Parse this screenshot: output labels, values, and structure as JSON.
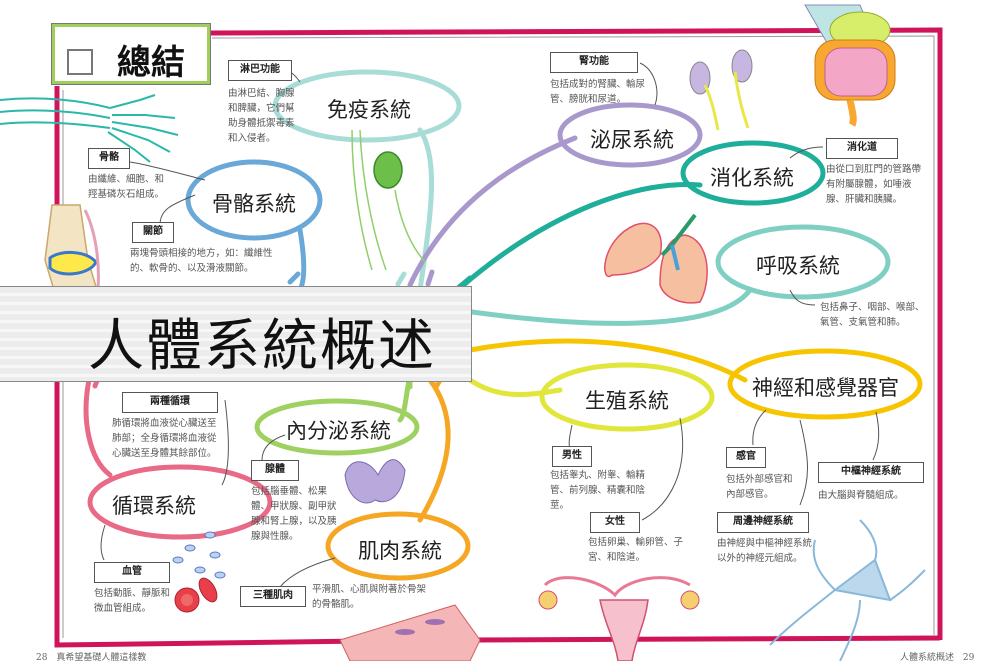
{
  "summary": {
    "check_icon": "check-icon",
    "title": "總結"
  },
  "main_title": "人體系統概述",
  "colors": {
    "frame": "#d0145a",
    "immune": "#a8dcd6",
    "skeletal": "#6aa8d8",
    "urinary": "#a898cc",
    "digestive": "#1fae9a",
    "respiratory": "#7fcfc2",
    "circulatory": "#e86a86",
    "endocrine": "#9fd062",
    "muscular": "#f5a623",
    "reproductive": "#e0e63a",
    "nervous": "#f7c400",
    "summary_border": "#9fcf5a",
    "check": "#e8392b"
  },
  "systems": {
    "immune": {
      "name": "免疫系統",
      "notes": [
        {
          "label": "淋巴功能",
          "text": "由淋巴結、胸腺和脾臟，它們幫助身體抵禦毒素和入侵者。"
        }
      ]
    },
    "skeletal": {
      "name": "骨骼系統",
      "notes": [
        {
          "label": "骨骼",
          "text": "由纖維、細胞、和羥基磷灰石組成。"
        },
        {
          "label": "關節",
          "text": "兩塊骨頭相接的地方，如：纖維性的、軟骨的、以及滑液關節。"
        }
      ]
    },
    "urinary": {
      "name": "泌尿系統",
      "notes": [
        {
          "label": "腎功能",
          "text": "包括成對的腎臟、輸尿管、膀胱和尿道。"
        }
      ]
    },
    "digestive": {
      "name": "消化系統",
      "notes": [
        {
          "label": "消化道",
          "text": "由從口到肛門的管路帶有附屬腺體，如唾液腺、肝臟和胰臟。"
        }
      ]
    },
    "respiratory": {
      "name": "呼吸系統",
      "notes": [
        {
          "label": "",
          "text": "包括鼻子、咽部、喉部、氣管、支氣管和肺。"
        }
      ]
    },
    "circulatory": {
      "name": "循環系統",
      "notes": [
        {
          "label": "兩種循環",
          "text": "肺循環將血液從心臟送至肺部；全身循環將血液從心臟送至身體其餘部位。"
        },
        {
          "label": "血管",
          "text": "包括動脈、靜脈和微血管組成。"
        }
      ]
    },
    "endocrine": {
      "name": "內分泌系統",
      "notes": [
        {
          "label": "腺體",
          "text": "包括腦垂體、松果體、甲狀腺、副甲狀腺和腎上腺，以及胰腺與性腺。"
        }
      ]
    },
    "muscular": {
      "name": "肌肉系統",
      "notes": [
        {
          "label": "三種肌肉",
          "text": "平滑肌、心肌與附著於骨架的骨骼肌。"
        }
      ]
    },
    "reproductive": {
      "name": "生殖系統",
      "notes": [
        {
          "label": "男性",
          "text": "包括睾丸、附睾、輸精管、前列腺、精囊和陰莖。"
        },
        {
          "label": "女性",
          "text": "包括卵巢、輸卵管、子宮、和陰道。"
        }
      ]
    },
    "nervous": {
      "name": "神經和感覺器官",
      "notes": [
        {
          "label": "感官",
          "text": "包括外部感官和內部感官。"
        },
        {
          "label": "中樞神經系統",
          "text": "由大腦與脊髓組成。"
        },
        {
          "label": "周邊神經系統",
          "text": "由神經與中樞神經系統以外的神經元組成。"
        }
      ]
    }
  },
  "illustrations": [
    "hand-skeleton",
    "knee-joint",
    "lymph-nodes",
    "kidneys",
    "digestive-tract",
    "lungs",
    "thyroid-gland",
    "blood-cells",
    "muscle-fiber",
    "uterus",
    "neuron"
  ],
  "footer": {
    "left_page": "28",
    "left_text": "真希望基礎人體這樣教",
    "right_text": "人體系統概述",
    "right_page": "29"
  }
}
